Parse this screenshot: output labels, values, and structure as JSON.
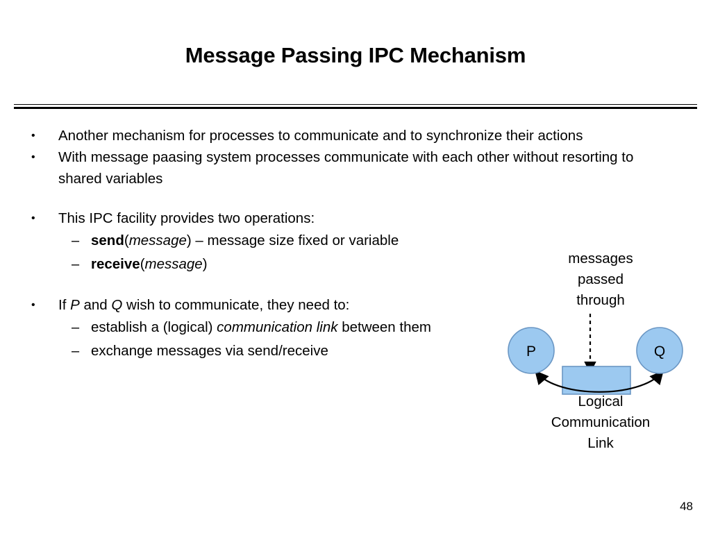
{
  "slide": {
    "title": "Message Passing IPC Mechanism",
    "page_number": "48"
  },
  "body": {
    "bullets": [
      {
        "marker": "•",
        "text": "Another mechanism for processes to communicate and to synchronize their actions"
      },
      {
        "marker": "•",
        "text": "With message paasing system processes communicate with each other without resorting to shared variables"
      },
      {
        "marker": "•",
        "text": "This IPC facility provides two operations:"
      },
      {
        "marker": "•",
        "text": "If P and Q wish to communicate, they need to:"
      }
    ],
    "sub_bullets": {
      "send": {
        "marker": "–",
        "bold": "send",
        "italic": "message",
        "rest": " – message size fixed or variable"
      },
      "receive": {
        "marker": "–",
        "bold": "receive",
        "italic": "message"
      },
      "establish": {
        "marker": "–",
        "lead": "establish a (logical) ",
        "italic": "communication link",
        "rest": " between them"
      },
      "exchange": {
        "marker": "–",
        "text": "exchange messages via send/receive"
      }
    },
    "inline": {
      "if": "If ",
      "p": "P",
      "and": " and ",
      "q": "Q",
      "wish": " wish to communicate, they need to:"
    }
  },
  "diagram": {
    "top_label": "messages\npassed\nthrough",
    "bottom_label": "Logical\nCommunication\nLink",
    "node_p": "P",
    "node_q": "Q",
    "colors": {
      "node_fill": "#9CC9F0",
      "node_stroke": "#6B97C4",
      "link_fill": "#9CC9F0",
      "link_stroke": "#6B97C4",
      "arrow": "#000000"
    }
  }
}
